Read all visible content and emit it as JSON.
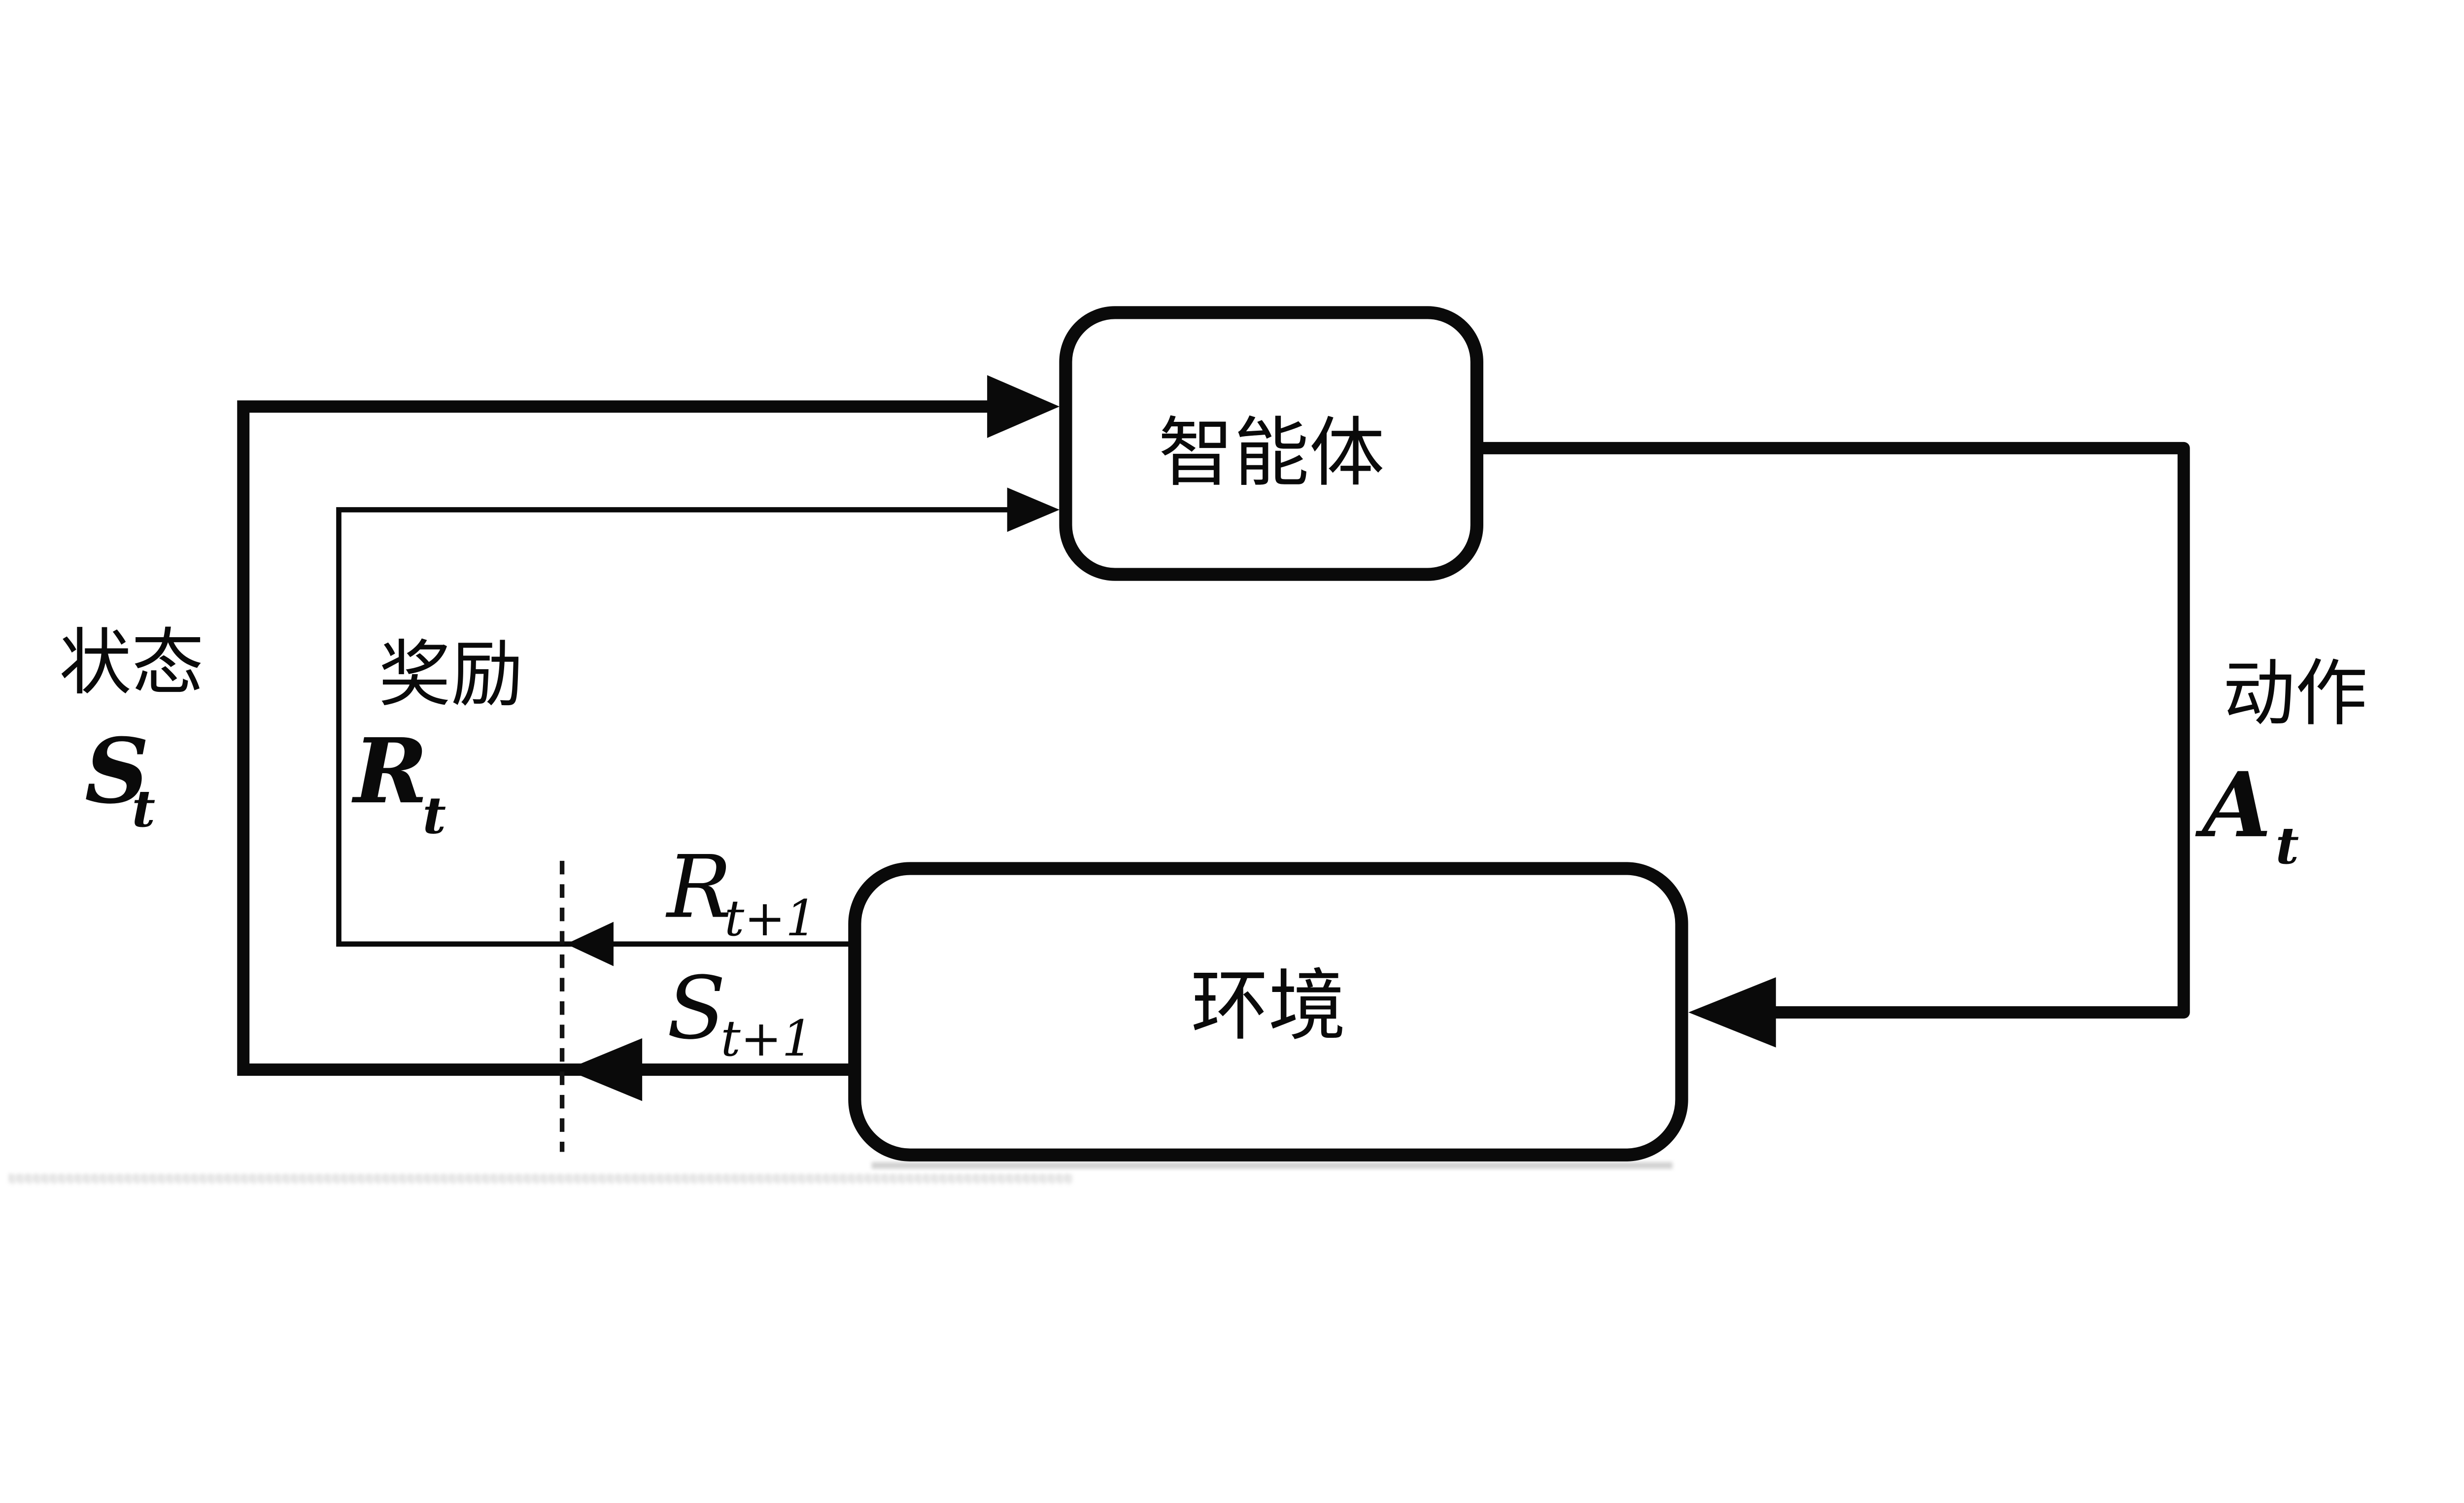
{
  "diagram": {
    "agent_box": {
      "label": "智能体"
    },
    "environment_box": {
      "label": "环境"
    },
    "state_label": {
      "caption": "状态",
      "symbol": "S",
      "subscript": "t"
    },
    "reward_label": {
      "caption": "奖励",
      "symbol": "R",
      "subscript": "t"
    },
    "action_label": {
      "caption": "动作",
      "symbol": "A",
      "subscript": "t"
    },
    "next_reward_label": {
      "symbol": "R",
      "subscript": "t+1"
    },
    "next_state_label": {
      "symbol": "S",
      "subscript": "t+1"
    },
    "colors": {
      "ink": "#0a0a0a",
      "background": "#ffffff"
    }
  }
}
